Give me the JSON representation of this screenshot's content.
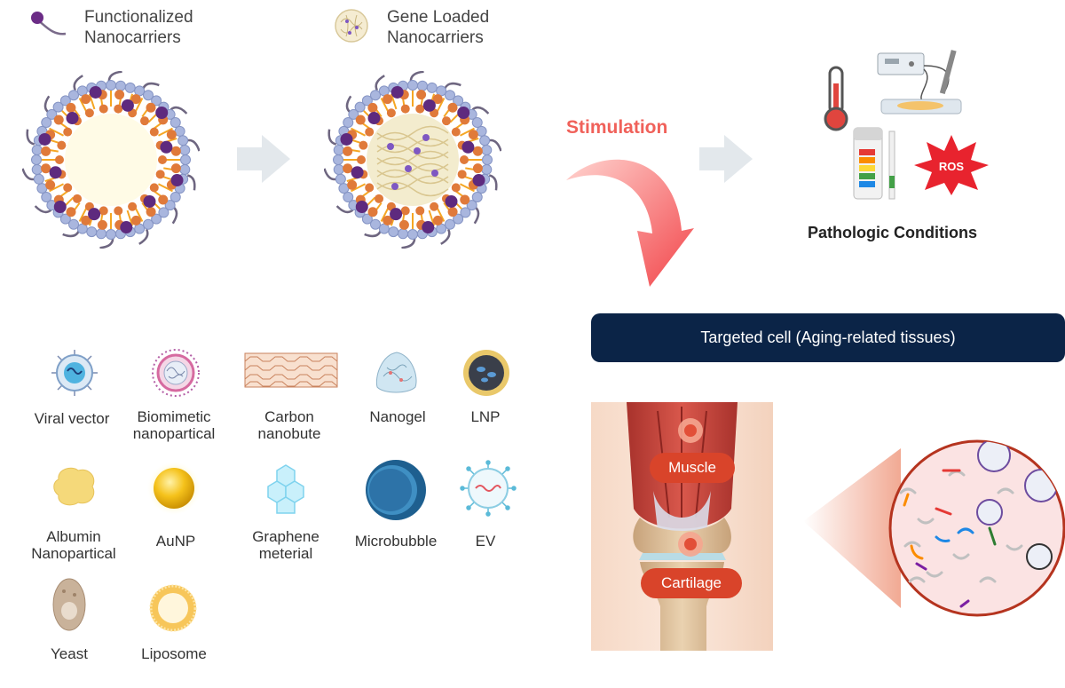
{
  "legend": {
    "functionalized": "Functionalized\nNanocarriers",
    "gene_loaded": "Gene Loaded\nNanocarriers"
  },
  "stimulation": "Stimulation",
  "pathologic": "Pathologic Conditions",
  "ros": "ROS",
  "targeted_cell": "Targeted cell (Aging-related tissues)",
  "muscle": "Muscle",
  "cartilage": "Cartilage",
  "nanocarriers": [
    {
      "label": "Viral vector",
      "icon": "viral-vector-icon"
    },
    {
      "label": "Biomimetic\nnanopartical",
      "icon": "biomimetic-icon"
    },
    {
      "label": "Carbon\nnanobute",
      "icon": "carbon-nanotube-icon"
    },
    {
      "label": "Nanogel",
      "icon": "nanogel-icon"
    },
    {
      "label": "LNP",
      "icon": "lnp-icon"
    },
    {
      "label": "Albumin\nNanopartical",
      "icon": "albumin-icon"
    },
    {
      "label": "AuNP",
      "icon": "aunp-icon"
    },
    {
      "label": "Graphene\nmeterial",
      "icon": "graphene-icon"
    },
    {
      "label": "Microbubble",
      "icon": "microbubble-icon"
    },
    {
      "label": "EV",
      "icon": "ev-icon"
    },
    {
      "label": "Yeast",
      "icon": "yeast-icon"
    },
    {
      "label": "Liposome",
      "icon": "liposome-icon"
    }
  ],
  "colors": {
    "navy": "#0b2447",
    "accent_red": "#f0615a",
    "pill_red": "#d9442a",
    "arrow_gray": "#e6ebef"
  }
}
